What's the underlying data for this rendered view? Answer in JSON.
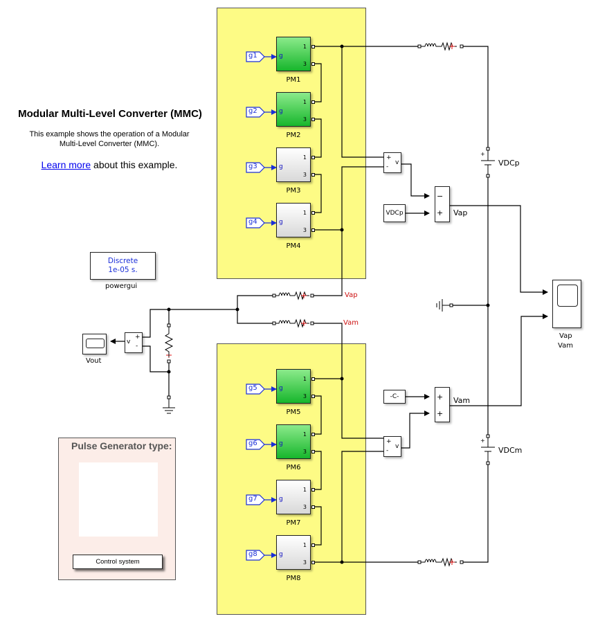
{
  "header": {
    "title": "Modular Multi-Level Converter (MMC)",
    "description": "This example shows the operation of a Modular Multi-Level Converter (MMC).",
    "learn_more_link": "Learn more",
    "learn_more_suffix": " about this example."
  },
  "powergui": {
    "line1": "Discrete",
    "line2": "1e-05 s.",
    "label": "powergui"
  },
  "power_modules": [
    {
      "name": "PM1",
      "gate": "g1",
      "port_in": "g",
      "port_a": "1",
      "port_b": "3",
      "style": "green"
    },
    {
      "name": "PM2",
      "gate": "g2",
      "port_in": "g",
      "port_a": "1",
      "port_b": "3",
      "style": "green"
    },
    {
      "name": "PM3",
      "gate": "g3",
      "port_in": "g",
      "port_a": "1",
      "port_b": "3",
      "style": "grey"
    },
    {
      "name": "PM4",
      "gate": "g4",
      "port_in": "g",
      "port_a": "1",
      "port_b": "3",
      "style": "grey"
    },
    {
      "name": "PM5",
      "gate": "g5",
      "port_in": "g",
      "port_a": "1",
      "port_b": "3",
      "style": "green"
    },
    {
      "name": "PM6",
      "gate": "g6",
      "port_in": "g",
      "port_a": "1",
      "port_b": "3",
      "style": "green"
    },
    {
      "name": "PM7",
      "gate": "g7",
      "port_in": "g",
      "port_a": "1",
      "port_b": "3",
      "style": "grey"
    },
    {
      "name": "PM8",
      "gate": "g8",
      "port_in": "g",
      "port_a": "1",
      "port_b": "3",
      "style": "grey"
    }
  ],
  "blocks": {
    "vm_top": {
      "plus": "+",
      "minus": "-",
      "out": "v"
    },
    "vm_bottom": {
      "plus": "+",
      "minus": "-",
      "out": "v"
    },
    "vm_out": {
      "plus": "+",
      "minus": "-",
      "out": "v"
    },
    "sum_top": {
      "in1": "−",
      "in2": "+",
      "label": "Vap"
    },
    "sum_bottom": {
      "in1": "+",
      "in2": "+",
      "label": "Vam"
    },
    "const_vdcp": "VDCp",
    "const_c": "-C-",
    "source_top": "VDCp",
    "source_bottom": "VDCm",
    "battery_plus": "+",
    "scope_right_label1": "Vap",
    "scope_right_label2": "Vam",
    "scope_out_label": "Vout",
    "node_vap": "Vap",
    "node_vam": "Vam"
  },
  "pulse_panel": {
    "title": "Pulse Generator type:",
    "button": "Control system"
  }
}
